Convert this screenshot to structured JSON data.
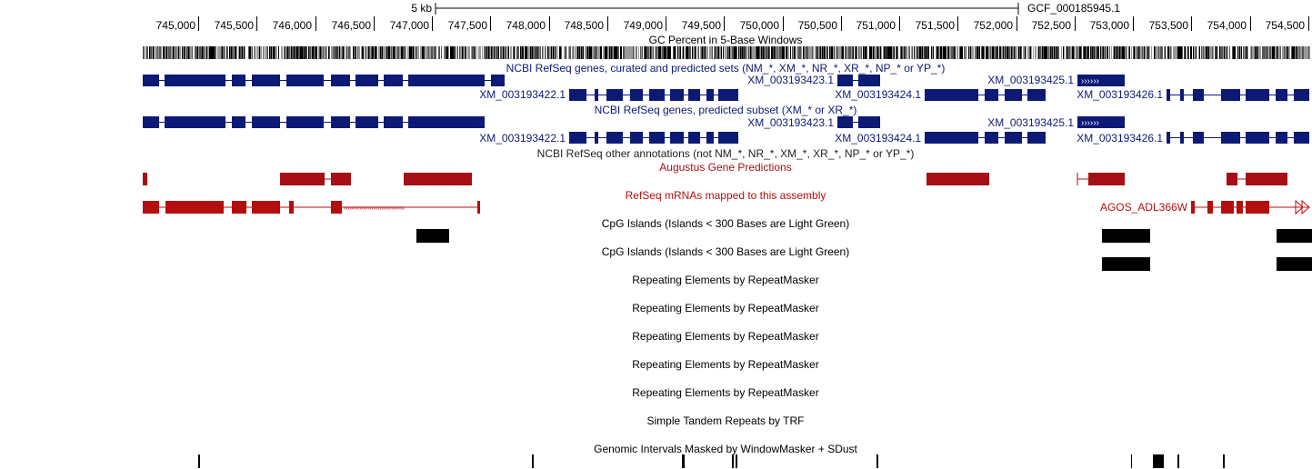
{
  "ruler": {
    "scale_label": "5 kb",
    "assembly": "GCF_000185945.1",
    "ticks": [
      "745,000",
      "745,500",
      "746,000",
      "746,500",
      "747,000",
      "747,500",
      "748,000",
      "748,500",
      "749,000",
      "749,500",
      "750,000",
      "750,500",
      "751,000",
      "751,500",
      "752,000",
      "752,500",
      "753,000",
      "753,500",
      "754,000",
      "754,500"
    ]
  },
  "colors": {
    "refseq_blue": "#0c1a75",
    "augustus_red": "#a50f15",
    "mrna_red": "#b30f0f",
    "cpg_black": "#000000",
    "title_black": "#000000"
  },
  "tracks": {
    "gc_title": "GC Percent in 5-Base Windows",
    "refseq_all_title": "NCBI RefSeq genes, curated and predicted sets (NM_*, XM_*, NR_*, XR_*, NP_* or YP_*)",
    "refseq_subset_title": "NCBI RefSeq genes, predicted subset (XM_* or XR_*)",
    "refseq_other_title": "NCBI RefSeq other annotations (not NM_*, NR_*, XM_*, XR_*, NP_* or YP_*)",
    "augustus_title": "Augustus Gene Predictions",
    "mrna_title": "RefSeq mRNAs mapped to this assembly",
    "cpg1_title": "CpG Islands (Islands < 300 Bases are Light Green)",
    "cpg2_title": "CpG Islands (Islands < 300 Bases are Light Green)",
    "rmsk1_title": "Repeating Elements by RepeatMasker",
    "rmsk2_title": "Repeating Elements by RepeatMasker",
    "rmsk3_title": "Repeating Elements by RepeatMasker",
    "rmsk4_title": "Repeating Elements by RepeatMasker",
    "rmsk5_title": "Repeating Elements by RepeatMasker",
    "trf_title": "Simple Tandem Repeats by TRF",
    "wm_title": "Genomic Intervals Masked by WindowMasker + SDust"
  },
  "genes": {
    "g3423": "XM_003193423.1",
    "g3422": "XM_003193422.1",
    "g3424": "XM_003193424.1",
    "g3425": "XM_003193425.1",
    "g3426": "XM_003193426.1",
    "mrna_label": "AGOS_ADL366W"
  }
}
